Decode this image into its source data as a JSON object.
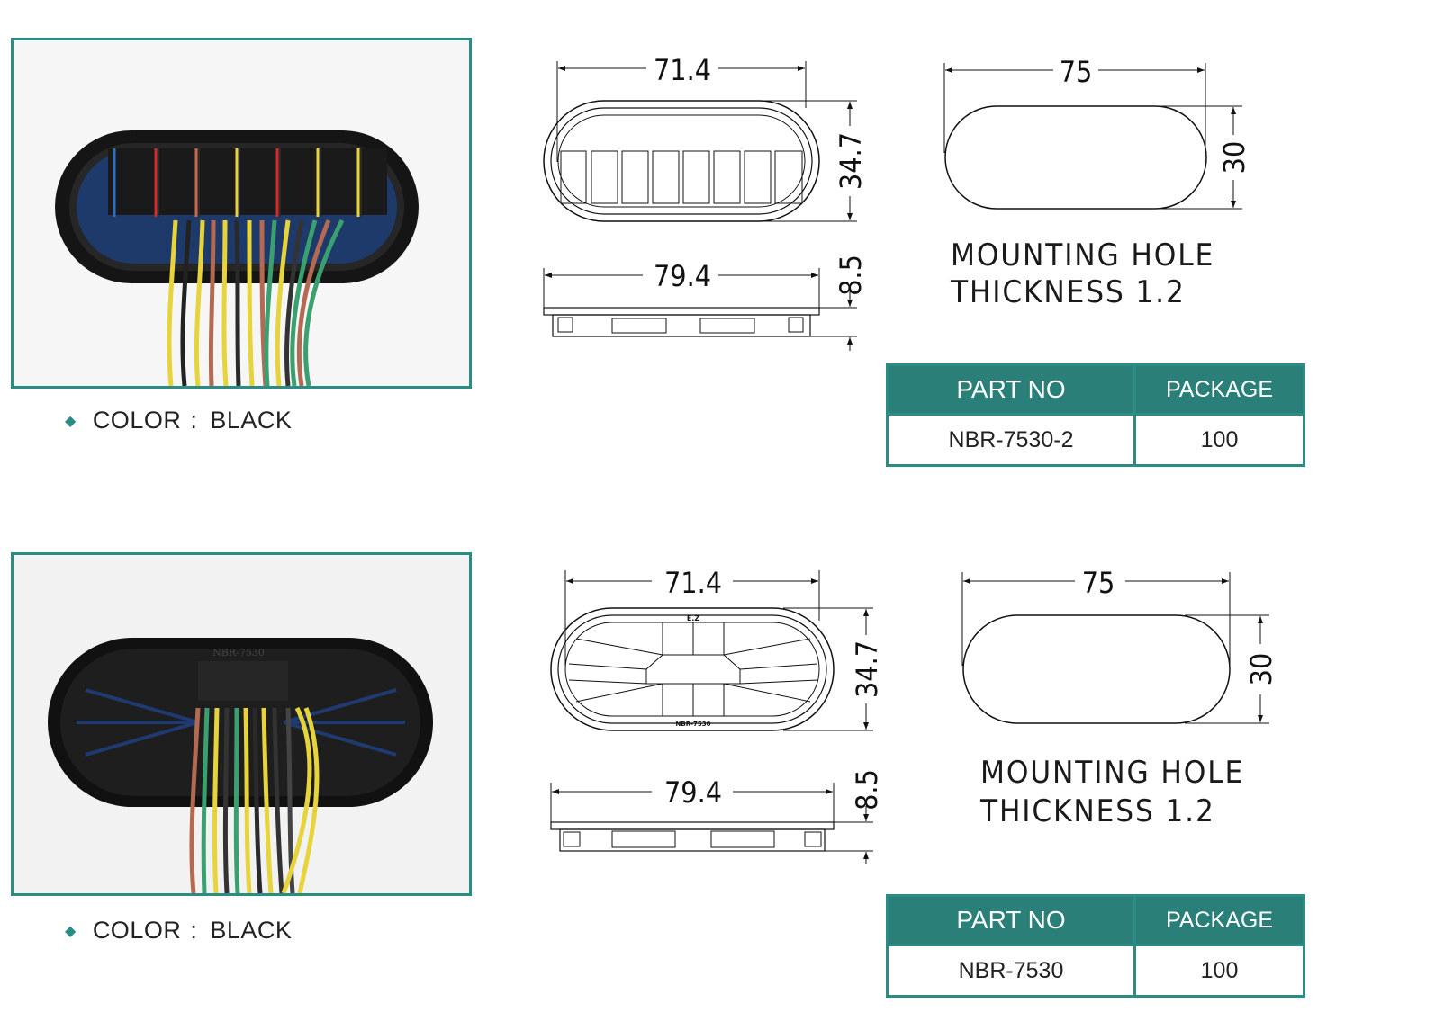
{
  "products": [
    {
      "color_label": "COLOR",
      "color_value": "BLACK",
      "grommet_dims": {
        "length": "71.4",
        "height": "34.7",
        "overall": "79.4",
        "depth": "8.5"
      },
      "grommet_marks": [],
      "mounting_hole": {
        "width": "75",
        "height": "30",
        "line1": "MOUNTING HOLE",
        "line2": "THICKNESS 1.2"
      },
      "table": {
        "col1": "PART NO",
        "col2": "PACKAGE",
        "part_no": "NBR-7530-2",
        "package": "100"
      }
    },
    {
      "color_label": "COLOR",
      "color_value": "BLACK",
      "grommet_dims": {
        "length": "71.4",
        "height": "34.7",
        "overall": "79.4",
        "depth": "8.5"
      },
      "grommet_marks": [
        "E.Z",
        "NBR-7530"
      ],
      "photo_mark": "NBR-7530",
      "mounting_hole": {
        "width": "75",
        "height": "30",
        "line1": "MOUNTING HOLE",
        "line2": "THICKNESS 1.2"
      },
      "table": {
        "col1": "PART NO",
        "col2": "PACKAGE",
        "part_no": "NBR-7530",
        "package": "100"
      }
    }
  ],
  "colors": {
    "accent": "#2a8c83",
    "header_bg": "#2a7f78"
  }
}
